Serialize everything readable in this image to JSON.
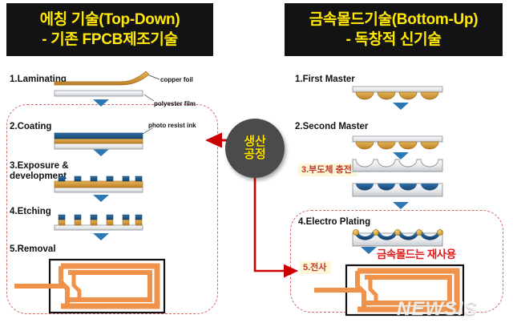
{
  "titles": {
    "left": {
      "line1": "에칭 기술(Top-Down)",
      "line2": "- 기존 FPCB제조기술"
    },
    "right": {
      "line1": "금속몰드기술(Bottom-Up)",
      "line2": "- 독창적 신기술"
    }
  },
  "center": {
    "circle_line1": "생산",
    "circle_line2": "공정"
  },
  "left_steps": [
    {
      "label": "1.Laminating"
    },
    {
      "label": "2.Coating"
    },
    {
      "label": "3.Exposure &\ndevelopment"
    },
    {
      "label": "4.Etching"
    },
    {
      "label": "5.Removal"
    }
  ],
  "left_callouts": [
    {
      "text": "copper foil"
    },
    {
      "text": "polyester film"
    },
    {
      "text": "photo resist ink"
    }
  ],
  "right_steps": [
    {
      "label": "1.First Master",
      "highlight": false
    },
    {
      "label": "2.Second Master",
      "highlight": false
    },
    {
      "label": "3.부도체 충전",
      "highlight": true
    },
    {
      "label": "4.Electro Plating",
      "highlight": false
    },
    {
      "label": "5.전사",
      "highlight": true
    }
  ],
  "annotations": {
    "reuse": "금속몰드는 재사용"
  },
  "watermark": {
    "text": "NEWSIS"
  },
  "colors": {
    "banner_bg": "#131313",
    "banner_text": "#ffe808",
    "circle_bg": "#4b4b4b",
    "circle_text": "#ffe400",
    "red_arrow": "#cc0000",
    "red_text": "#e01b1b",
    "dashed_border": "#d46a6a",
    "blue_arrow": "#2d77b5",
    "copper": "#d09a3c",
    "resist_blue": "#1f5c94",
    "trace_orange": "#f0924a",
    "plate_gray": "#e2e4e6",
    "gold_dot": "#d8a12a",
    "highlight_bg": "#fdf6d8"
  }
}
